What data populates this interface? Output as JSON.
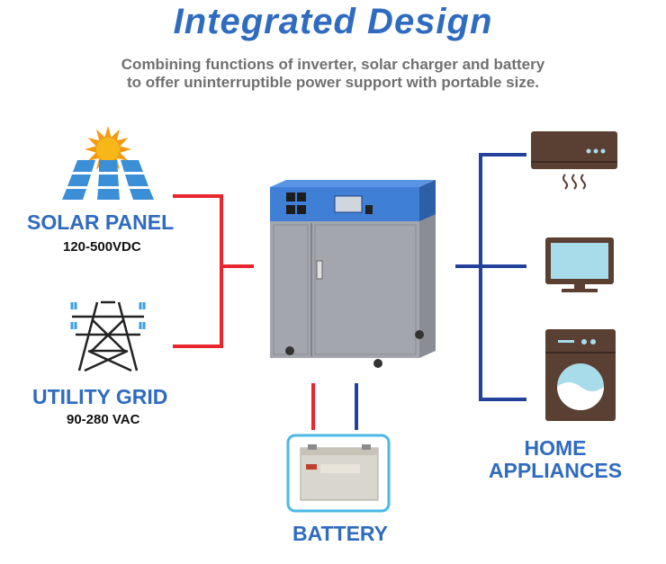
{
  "header": {
    "title": "Integrated Design",
    "subtitle_line1": "Combining functions of inverter, solar charger and battery",
    "subtitle_line2": "to offer uninterruptible power support with portable size."
  },
  "inputs": {
    "solar": {
      "label": "SOLAR PANEL",
      "spec": "120-500VDC",
      "icon": "solar-panel-icon"
    },
    "grid": {
      "label": "UTILITY GRID",
      "spec": "90-280 VAC",
      "icon": "transmission-tower-icon"
    }
  },
  "outputs": {
    "label_line1": "HOME",
    "label_line2": "APPLIANCES",
    "appliances": [
      "air-conditioner-icon",
      "monitor-icon",
      "washing-machine-icon"
    ]
  },
  "battery": {
    "label": "BATTERY",
    "icon": "battery-icon"
  },
  "colors": {
    "accent_blue": "#2f6bc0",
    "input_line_red": "#e8262e",
    "output_line_blue": "#24429c",
    "appliance_brown": "#5a3f33",
    "appliance_screen": "#a9dcea",
    "cabinet_top": "#3f7fd6",
    "cabinet_body": "#a3a7ad"
  }
}
